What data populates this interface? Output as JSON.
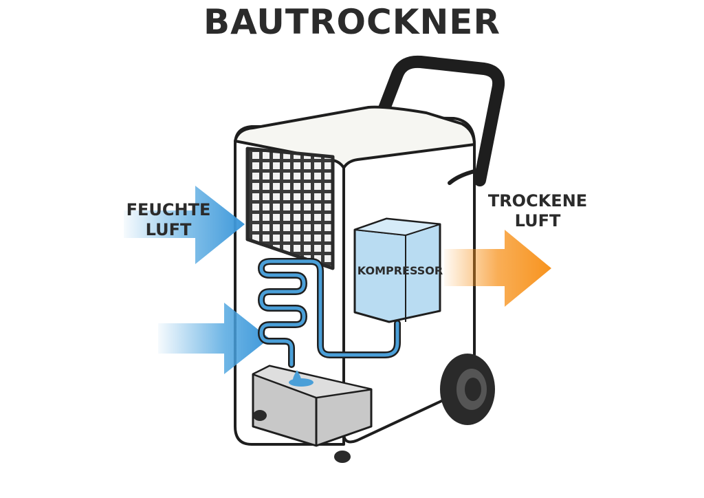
{
  "title": "BAUTROCKNER",
  "labels": {
    "inlet_line1": "FEUCHTE",
    "inlet_line2": "LUFT",
    "outlet_line1": "TROCKENE",
    "outlet_line2": "LUFT",
    "compressor": "KOMPRESSOR"
  },
  "colors": {
    "inlet_arrow": "#4aa3df",
    "outlet_arrow": "#f7931e",
    "compressor": "#b9dcf2",
    "coil": "#4a9fd8",
    "tank": "#c8c8c8",
    "outline": "#1e1e1e",
    "body": "#ffffff"
  },
  "icons": [
    "grille-icon",
    "handle-icon",
    "wheel-icon",
    "water-drop-icon"
  ]
}
